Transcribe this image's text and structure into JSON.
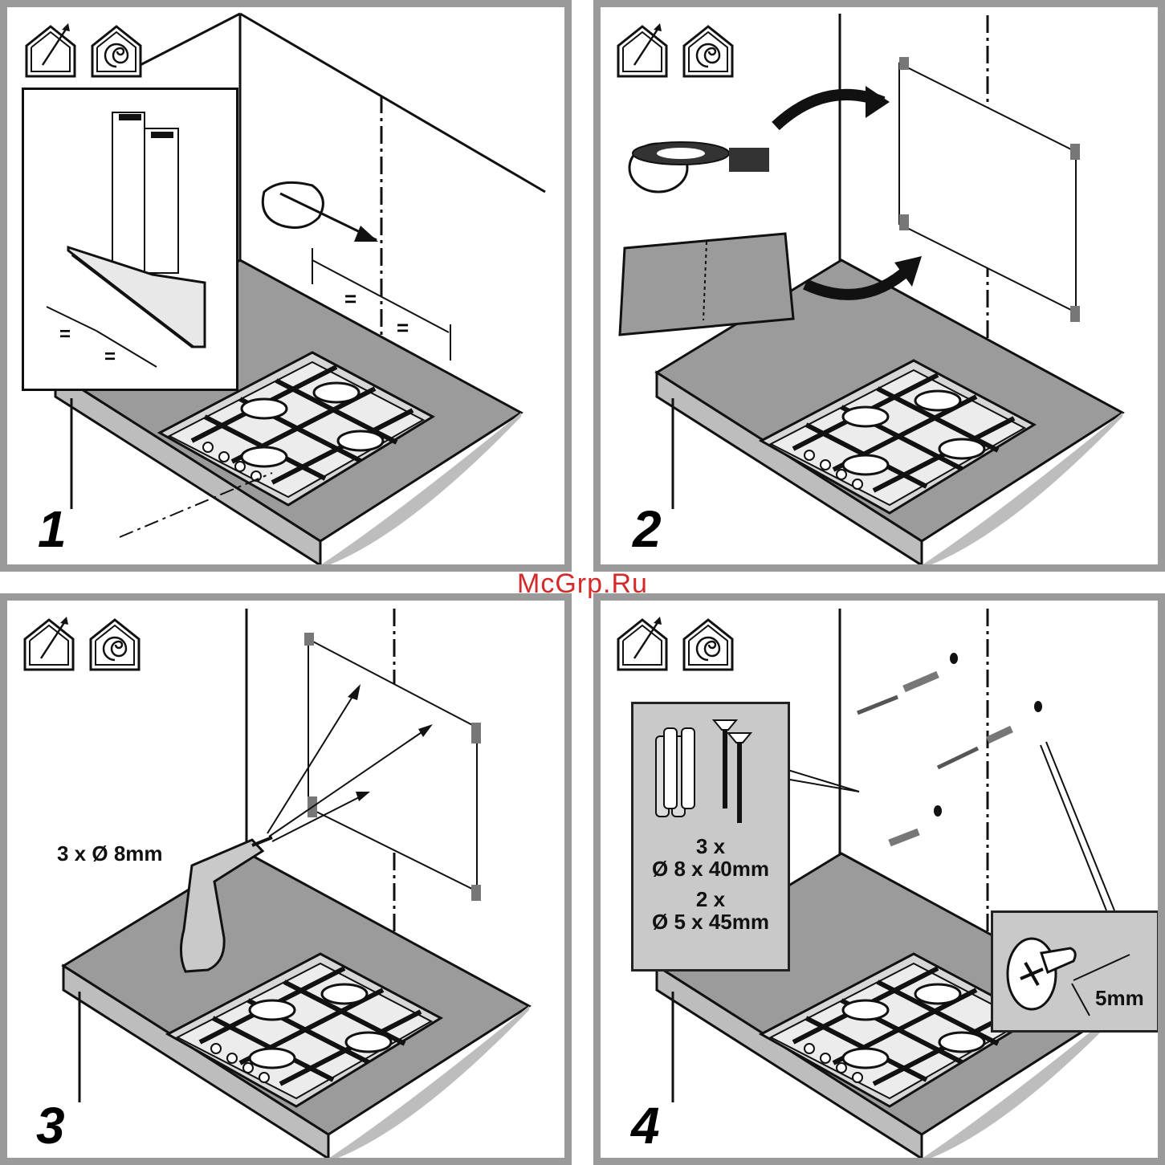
{
  "watermark": "McGrp.Ru",
  "panels": [
    {
      "step": "1"
    },
    {
      "step": "2"
    },
    {
      "step": "3",
      "drill_label": "3 x Ø 8mm"
    },
    {
      "step": "4",
      "parts": [
        "3 x",
        "Ø 8 x 40mm",
        "2 x",
        "Ø 5 x 45mm"
      ],
      "gap_label": "5mm"
    }
  ]
}
